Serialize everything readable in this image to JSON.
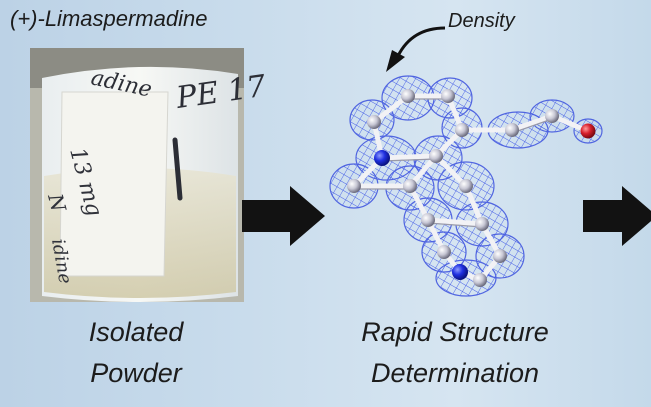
{
  "title": "(+)-Limaspermadine",
  "density_label": "Density",
  "steps": [
    {
      "line1": "Isolated",
      "line2": "Powder"
    },
    {
      "line1": "Rapid Structure",
      "line2": "Determination"
    }
  ],
  "vial_label_text": [
    "13 mg",
    "N",
    "idine"
  ],
  "vial_cap_text": "adine",
  "vial_side_text": "PE 17",
  "colors": {
    "background": "#c9dcec",
    "arrow": "#121212",
    "mesh": "#4a5fe0",
    "carbon_atom": "#c5c5d3",
    "nitrogen_atom": "#1f2ad8",
    "oxygen_atom": "#d2202c"
  }
}
